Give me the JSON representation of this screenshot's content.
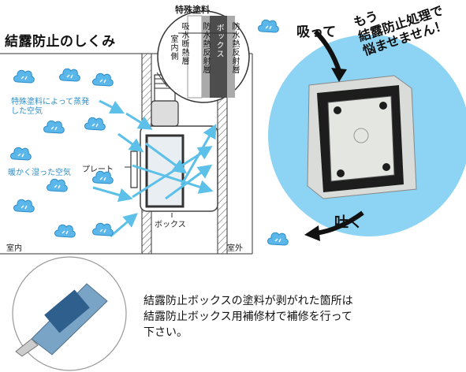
{
  "diagram": {
    "title": "結露防止のしくみ",
    "special_coating": "特殊塗料",
    "layer_labels": [
      "吸水断熱層",
      "防水熱反射層",
      "ボックス",
      "防水熱反射層"
    ],
    "indoor_side_label": "室内側",
    "box_label": "ボックス",
    "plate_label": "プレート",
    "evaporated_air_label": "特殊塗料によって蒸発した空気",
    "warm_air_label": "暖かく湿った空気",
    "indoor": "室内",
    "outdoor": "室外"
  },
  "product": {
    "inhale": "吸って",
    "exhale": "吐く",
    "slogan_lines": [
      "もう",
      "結露防止処理で",
      "悩ませません！"
    ]
  },
  "repair": {
    "note_lines": [
      "結露防止ボックスの塗料が剥がれた箇所は",
      "結露防止ボックス用補修材で補修を行って",
      "下さい。"
    ]
  },
  "colors": {
    "cloud": "#4aaee6",
    "arrow": "#5cc0e8",
    "circle": "#8dd3f3",
    "box_dark": "#1d1d1d",
    "box_light": "#d9dcd8"
  }
}
